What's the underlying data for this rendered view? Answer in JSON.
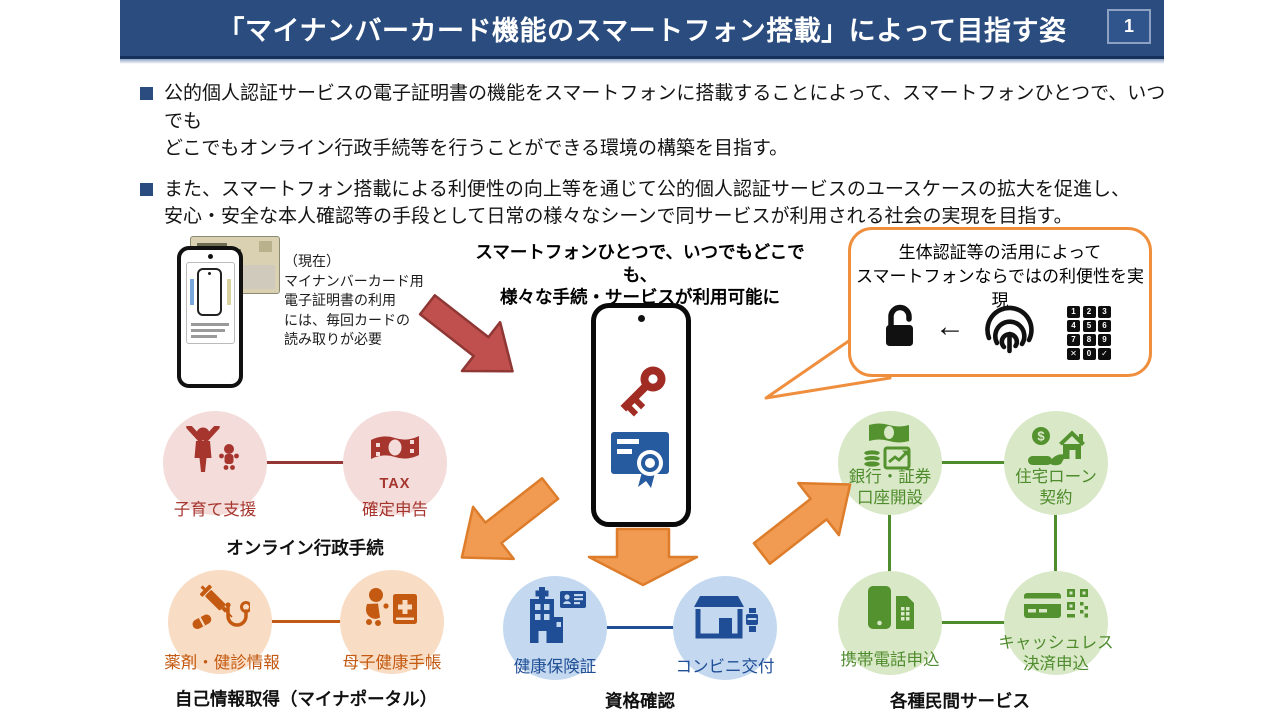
{
  "header": {
    "title": "「マイナンバーカード機能のスマートフォン搭載」によって目指す姿",
    "page_number": "1"
  },
  "bullets": {
    "item1": "公的個人認証サービスの電子証明書の機能をスマートフォンに搭載することによって、スマートフォンひとつで、いつでも\nどこでもオンライン行政手続等を行うことができる環境の構築を目指す。",
    "item2": "また、スマートフォン搭載による利便性の向上等を通じて公的個人認証サービスのユースケースの拡大を促進し、\n安心・安全な本人確認等の手段として日常の様々なシーンで同サービスが利用される社会の実現を目指す。"
  },
  "current_state": {
    "caption": "（現在）\nマイナンバーカード用\n電子証明書の利用\nには、毎回カードの\n読み取りが必要"
  },
  "center": {
    "headline": "スマートフォンひとつで、いつでもどこでも、\n様々な手続・サービスが利用可能に"
  },
  "callout": {
    "message": "生体認証等の活用によって\nスマートフォンならではの利便性を実現",
    "arrow": "←",
    "keypad": [
      "1",
      "2",
      "3",
      "4",
      "5",
      "6",
      "7",
      "8",
      "9",
      "✕",
      "0",
      "✓"
    ]
  },
  "clusters": {
    "gov": {
      "label": "オンライン行政手続",
      "item1": "子育て支援",
      "item2": "確定申告",
      "badge": "TAX"
    },
    "self": {
      "label": "自己情報取得（マイナポータル）",
      "item1": "薬剤・健診情報",
      "item2": "母子健康手帳"
    },
    "cert": {
      "label": "資格確認",
      "item1": "健康保険証",
      "item2": "コンビニ交付"
    },
    "private": {
      "label": "各種民間サービス",
      "item1": "銀行・証券\n口座開設",
      "item2": "住宅ローン\n契約",
      "item3": "携帯電話申込",
      "item4": "キャッシュレス\n決済申込",
      "dollar": "$"
    }
  },
  "colors": {
    "header_navy": "#2b4c7e",
    "gov_red": "#a6352e",
    "self_orange": "#c45a11",
    "cert_blue": "#1f4e96",
    "private_green": "#54922f",
    "arrow_orange": "#f19a51",
    "arrow_red": "#c0504d",
    "callout_border": "#ef8f3e"
  }
}
